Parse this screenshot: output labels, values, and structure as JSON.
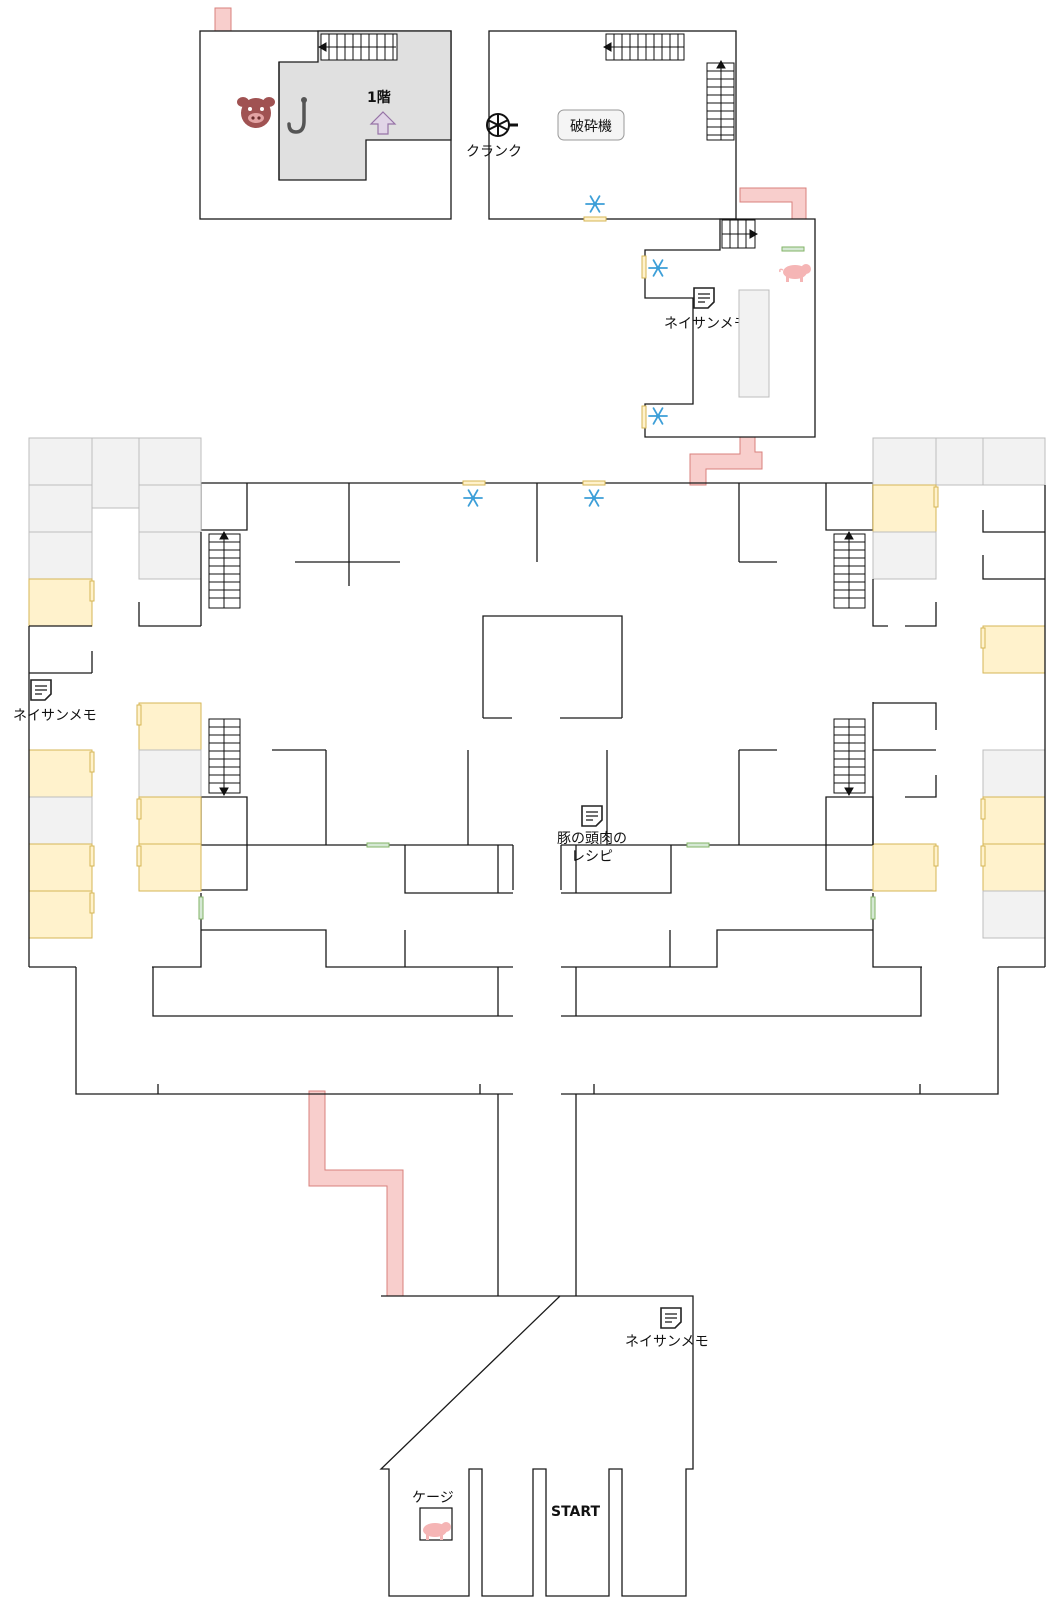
{
  "map": {
    "floor_label": "1階",
    "labels": {
      "crank": "クランク",
      "crusher": "破砕機",
      "memo_1": "ネイサンメモ",
      "memo_2": "ネイサンメモ",
      "memo_3": "ネイサンメモ",
      "recipe_line1": "豚の頭肉の",
      "recipe_line2": "レシピ",
      "cage": "ケージ",
      "start": "START"
    },
    "icons": {
      "pig_head": "pig-head-icon",
      "hook": "hook-icon",
      "up_arrow": "up-arrow-icon",
      "crank": "crank-wheel-icon",
      "snowflake": "snowflake-icon",
      "pig": "pig-icon",
      "memo": "memo-icon",
      "stairs": "stairs-icon"
    },
    "colors": {
      "wall": "#1a1a1a",
      "room_gray": "#f2f2f2",
      "room_gray_border": "#bdbdbd",
      "dark_gray": "#e0e0e0",
      "yellow_room": "#fff2cc",
      "yellow_border": "#d6b656",
      "pink_path": "#f8cecc",
      "pink_border": "#d9807c",
      "door_green": "#d5e8d4",
      "door_green_border": "#82b366",
      "snowflake": "#3d9fd8",
      "pig_head": "#a05252",
      "arrow_fill": "#e1d5e7",
      "arrow_stroke": "#9673a6"
    }
  }
}
